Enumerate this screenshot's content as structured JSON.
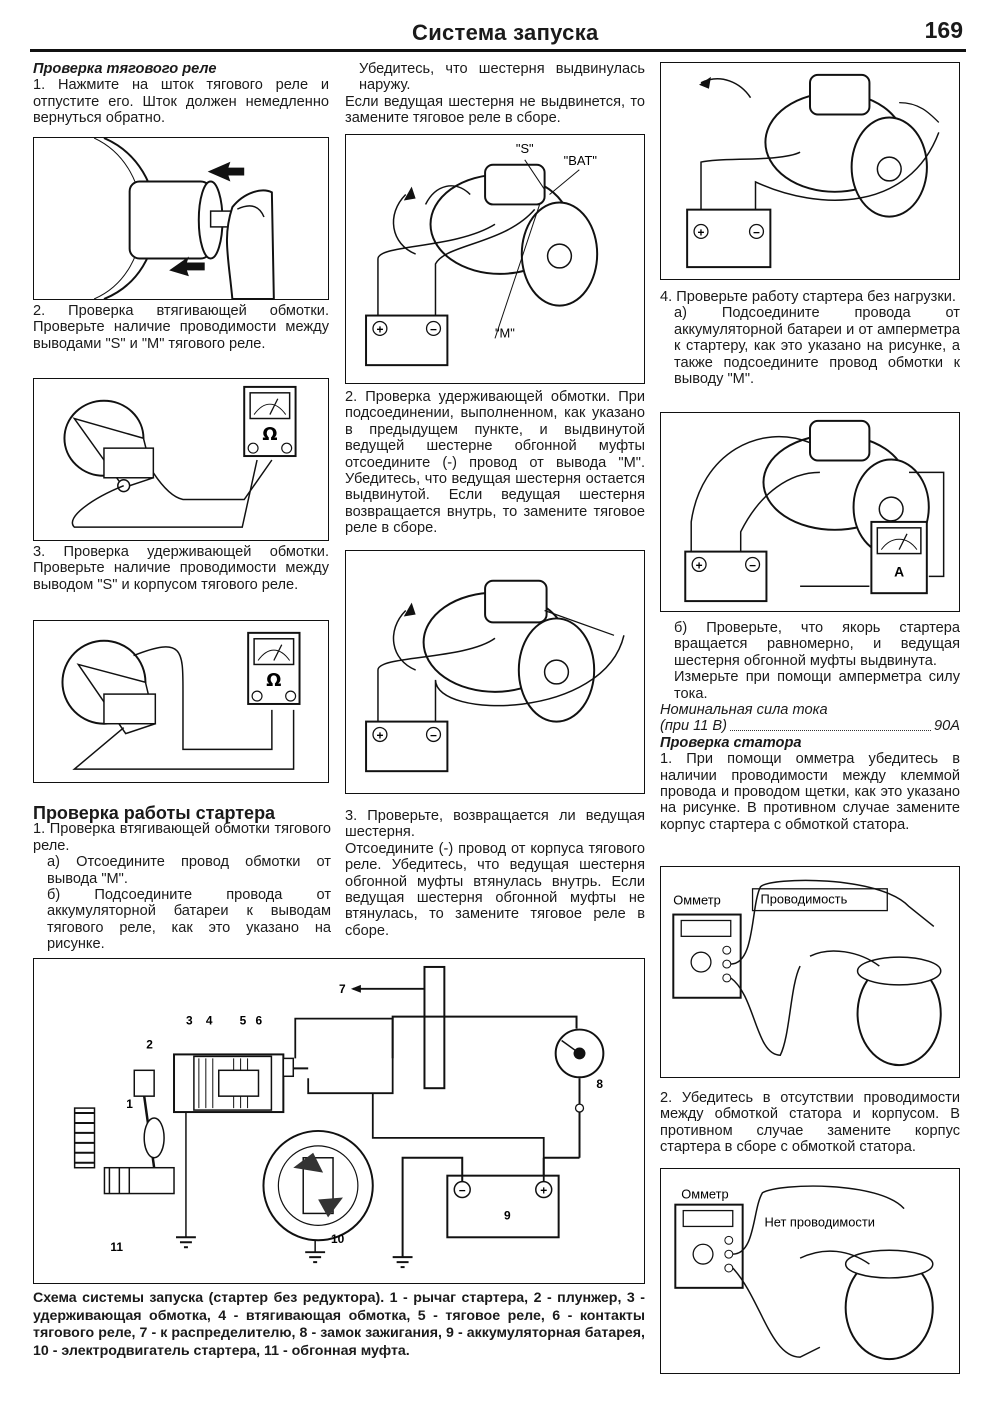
{
  "header": {
    "title": "Система запуска",
    "page_number": "169"
  },
  "col1": {
    "heading_relay": "Проверка тягового реле",
    "step1": "1. Нажмите на шток тягового реле и отпустите его. Шток должен немедленно вернуться обратно.",
    "step2": "2. Проверка втягивающей обмотки. Проверьте наличие проводимости между выводами \"S\" и \"M\" тягового реле.",
    "step3": "3. Проверка удерживающей обмотки. Проверьте наличие проводимости между выводом \"S\" и корпусом тягового реле.",
    "heading_starter": "Проверка работы стартера",
    "st1": "1. Проверка втягивающей обмотки тягового реле.",
    "st1a": "а) Отсоедините провод обмотки от вывода \"M\".",
    "st1b": "б) Подсоедините провода от аккумуляторной батареи к выводам тягового реле, как это указано на рисунке."
  },
  "col2": {
    "p1": "Убедитесь, что шестерня выдвинулась наружу.",
    "p2": "Если ведущая шестерня не выдвинется, то замените тяговое реле в сборе.",
    "fig_labels": {
      "s": "\"S\"",
      "bat": "\"BAT\"",
      "m": "\"M\""
    },
    "p3": "2. Проверка удерживающей обмотки. При подсоединении, выполненном, как указано в предыдущем пункте, и выдвинутой ведущей шестерне обгонной муфты отсоедините (-) провод от вывода \"M\". Убедитесь, что ведущая шестерня остается выдвинутой. Если ведущая шестерня возвращается внутрь, то замените тяговое реле в сборе.",
    "p4": "3. Проверьте, возвращается ли ведущая шестерня.",
    "p5": "Отсоедините (-) провод от корпуса тягового реле. Убедитесь, что ведущая шестерня обгонной муфты втянулась внутрь. Если ведущая шестерня обгонной муфты не втянулась, то замените тяговое реле в сборе."
  },
  "col3": {
    "p1": "4. Проверьте работу стартера без нагрузки.",
    "p2": "а) Подсоедините провода от аккумуляторной батареи и от амперметра к стартеру, как это указано на рисунке, а также подсоедините провод обмотки к выводу \"M\".",
    "p3": "б) Проверьте, что якорь стартера вращается равномерно, и ведущая шестерня обгонной муфты выдвинута.",
    "p4": "Измерьте при помощи амперметра силу тока.",
    "nominal_label": "Номинальная сила тока",
    "nominal_cond": "(при 11 В)",
    "nominal_value": "90A",
    "heading_stator": "Проверка статора",
    "s1": "1. При помощи омметра убедитесь в наличии проводимости между клеммой провода и проводом щетки, как это указано на рисунке. В противном случае замените корпус стартера с обмоткой статора.",
    "fig_ohm1": "Омметр",
    "fig_cond": "Проводимость",
    "s2": "2. Убедитесь в отсутствии проводимости между обмоткой статора и корпусом. В противном случае замените корпус стартера в сборе с обмоткой статора.",
    "fig_ohm2": "Омметр",
    "fig_nocond": "Нет проводимости"
  },
  "diagram": {
    "labels": [
      "1",
      "2",
      "3",
      "4",
      "5",
      "6",
      "7",
      "8",
      "9",
      "10",
      "11"
    ],
    "caption": "Схема системы запуска (стартер без редуктора). 1 - рычаг стартера, 2 - плунжер, 3 - удерживающая обмотка, 4 - втягивающая обмотка, 5 - тяговое реле, 6 - контакты тягового реле, 7 - к распределителю, 8 - замок зажигания, 9 - аккумуляторная батарея, 10 - электродвигатель стартера, 11 - обгонная муфта."
  },
  "symbols": {
    "ohm": "Ω",
    "amp": "A",
    "plus": "+",
    "minus": "−"
  }
}
